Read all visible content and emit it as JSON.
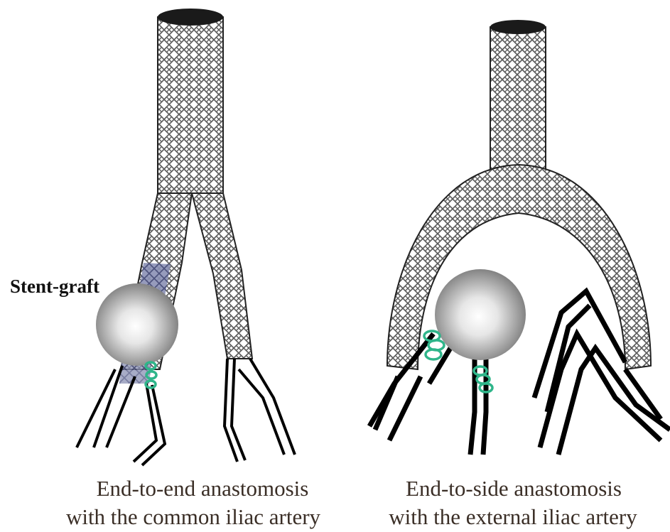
{
  "panels": [
    {
      "id": "left",
      "caption_line1": "End-to-end anastomosis",
      "caption_line2": "with the common iliac artery",
      "annotation": "Stent-graft"
    },
    {
      "id": "right",
      "caption_line1": "End-to-side anastomosis",
      "caption_line2": "with the external iliac artery"
    }
  ],
  "colors": {
    "graft_fill": "#ffffff",
    "graft_outline": "#222222",
    "weave": "#555555",
    "stent_graft": "#7c82a8",
    "suture": "#2fb58a",
    "aneurysm_dark": "#6f6f6f",
    "aneurysm_light": "#ffffff",
    "vessel": "#000000"
  }
}
